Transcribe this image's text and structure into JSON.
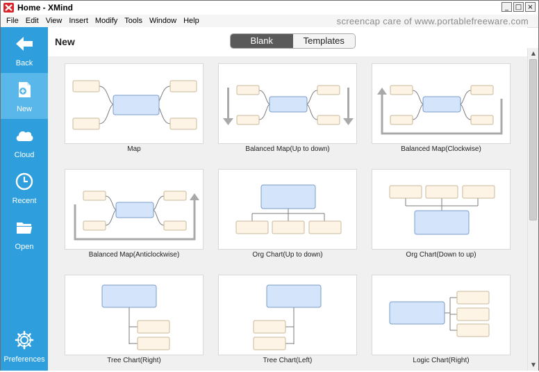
{
  "window": {
    "title": "Home - XMind",
    "minimize": "_",
    "maximize": "□",
    "close": "×"
  },
  "menu": [
    "File",
    "Edit",
    "View",
    "Insert",
    "Modify",
    "Tools",
    "Window",
    "Help"
  ],
  "watermark": "screencap care of www.portablefreeware.com",
  "sidebar": [
    {
      "label": "Back",
      "icon": "back-arrow-icon"
    },
    {
      "label": "New",
      "icon": "new-file-icon",
      "active": true
    },
    {
      "label": "Cloud",
      "icon": "cloud-icon"
    },
    {
      "label": "Recent",
      "icon": "clock-icon"
    },
    {
      "label": "Open",
      "icon": "folder-icon"
    },
    {
      "label": "Preferences",
      "icon": "gear-icon"
    }
  ],
  "header": {
    "title": "New",
    "segments": [
      "Blank",
      "Templates"
    ],
    "selected": "Blank"
  },
  "templates": [
    "Map",
    "Balanced Map(Up to down)",
    "Balanced Map(Clockwise)",
    "Balanced Map(Anticlockwise)",
    "Org Chart(Up to down)",
    "Org Chart(Down to up)",
    "Tree Chart(Right)",
    "Tree Chart(Left)",
    "Logic Chart(Right)"
  ],
  "colors": {
    "sidebar": "#2e9fdc",
    "sidebar_active": "#5ab7ea",
    "central_topic_fill": "#d4e4fb",
    "central_topic_stroke": "#7a9cc8",
    "subtopic_fill": "#fdf4e6",
    "subtopic_stroke": "#c9b899",
    "connector": "#7b7b7b",
    "arrow": "#a9a9a9"
  }
}
